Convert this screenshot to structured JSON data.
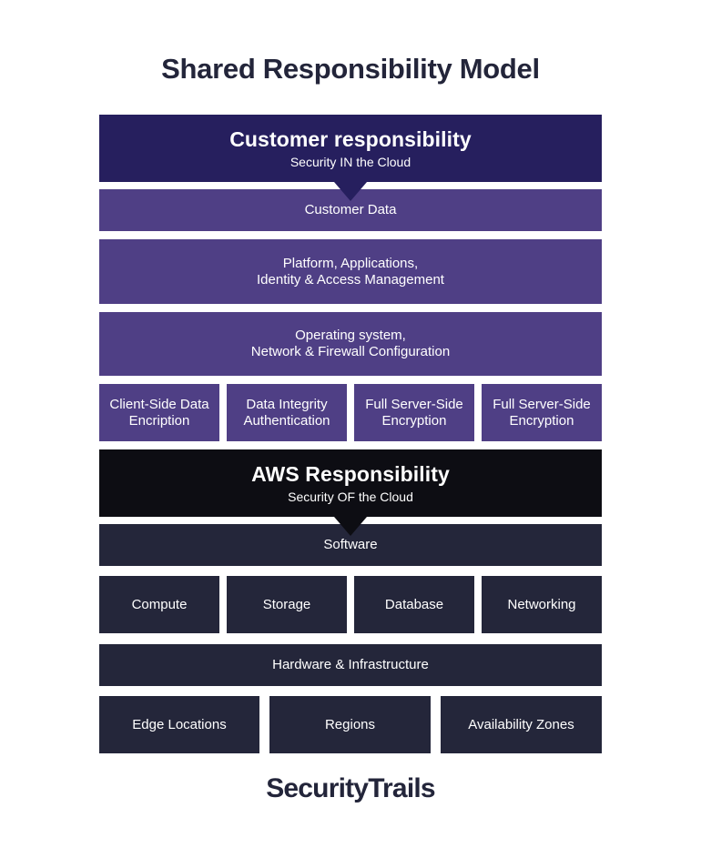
{
  "title": "Shared Responsibility Model",
  "customer": {
    "title": "Customer responsibility",
    "subtitle": "Security IN the Cloud",
    "rows": [
      "Customer Data",
      "Platform, Applications,\nIdentity & Access Management",
      "Operating system,\nNetwork & Firewall Configuration"
    ],
    "cells": [
      "Client-Side Data\nEncription",
      "Data Integrity\nAuthentication",
      "Full Server-Side\nEncryption",
      "Full Server-Side\nEncryption"
    ]
  },
  "aws": {
    "title": "AWS Responsibility",
    "subtitle": "Security OF the Cloud",
    "software": "Software",
    "services": [
      "Compute",
      "Storage",
      "Database",
      "Networking"
    ],
    "hardware": "Hardware & Infrastructure",
    "infra": [
      "Edge Locations",
      "Regions",
      "Availability Zones"
    ]
  },
  "brand": "SecurityTrails",
  "colors": {
    "customer_header": "#261f5e",
    "customer_rows": "#4f3f85",
    "aws_header": "#0d0d13",
    "aws_rows": "#24263a",
    "text_dark": "#23253a"
  }
}
